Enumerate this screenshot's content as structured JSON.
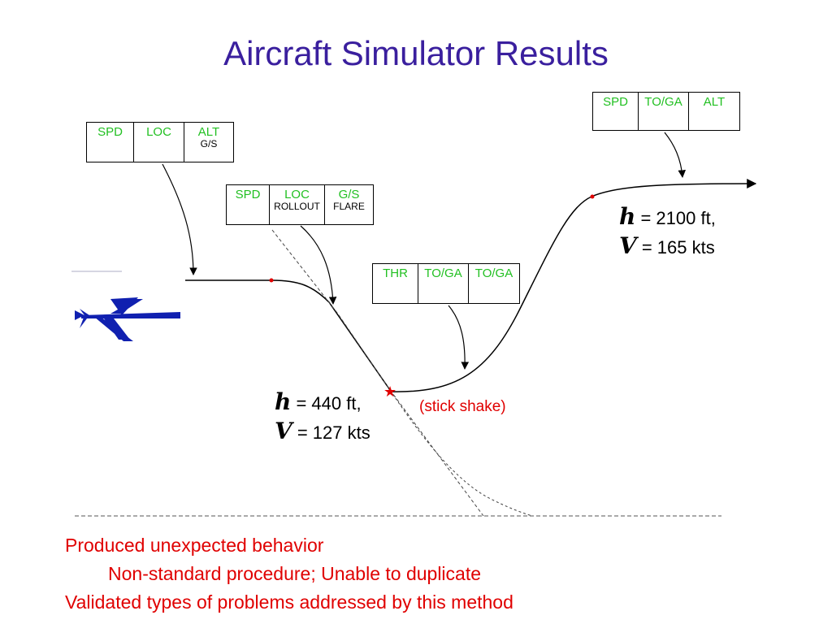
{
  "title": "Aircraft Simulator Results",
  "mode_boxes": {
    "box1": {
      "cells": [
        {
          "active": "SPD",
          "armed": ""
        },
        {
          "active": "LOC",
          "armed": ""
        },
        {
          "active": "ALT",
          "armed": "G/S"
        }
      ]
    },
    "box2": {
      "cells": [
        {
          "active": "SPD",
          "armed": ""
        },
        {
          "active": "LOC",
          "armed": "ROLLOUT"
        },
        {
          "active": "G/S",
          "armed": "FLARE"
        }
      ]
    },
    "box3": {
      "cells": [
        {
          "active": "THR",
          "armed": ""
        },
        {
          "active": "TO/GA",
          "armed": ""
        },
        {
          "active": "TO/GA",
          "armed": ""
        }
      ]
    },
    "box4": {
      "cells": [
        {
          "active": "SPD",
          "armed": ""
        },
        {
          "active": "TO/GA",
          "armed": ""
        },
        {
          "active": "ALT",
          "armed": ""
        }
      ]
    }
  },
  "readouts": {
    "low": {
      "h_symbol": "h",
      "h_value": " = 440 ft,",
      "v_symbol": "V",
      "v_value": " = 127 kts"
    },
    "high": {
      "h_symbol": "h",
      "h_value": " = 2100 ft,",
      "v_symbol": "V",
      "v_value": " = 165 kts"
    }
  },
  "event_label": "(stick shake)",
  "bullets": [
    "Produced unexpected behavior",
    "Non-standard procedure; Unable to duplicate",
    "Validated types of problems addressed by this method"
  ],
  "colors": {
    "title": "#3a1f9e",
    "active_mode": "#22c022",
    "event": "#e00000",
    "aircraft": "#1020b0"
  },
  "icons": {
    "aircraft": "airplane-icon"
  }
}
